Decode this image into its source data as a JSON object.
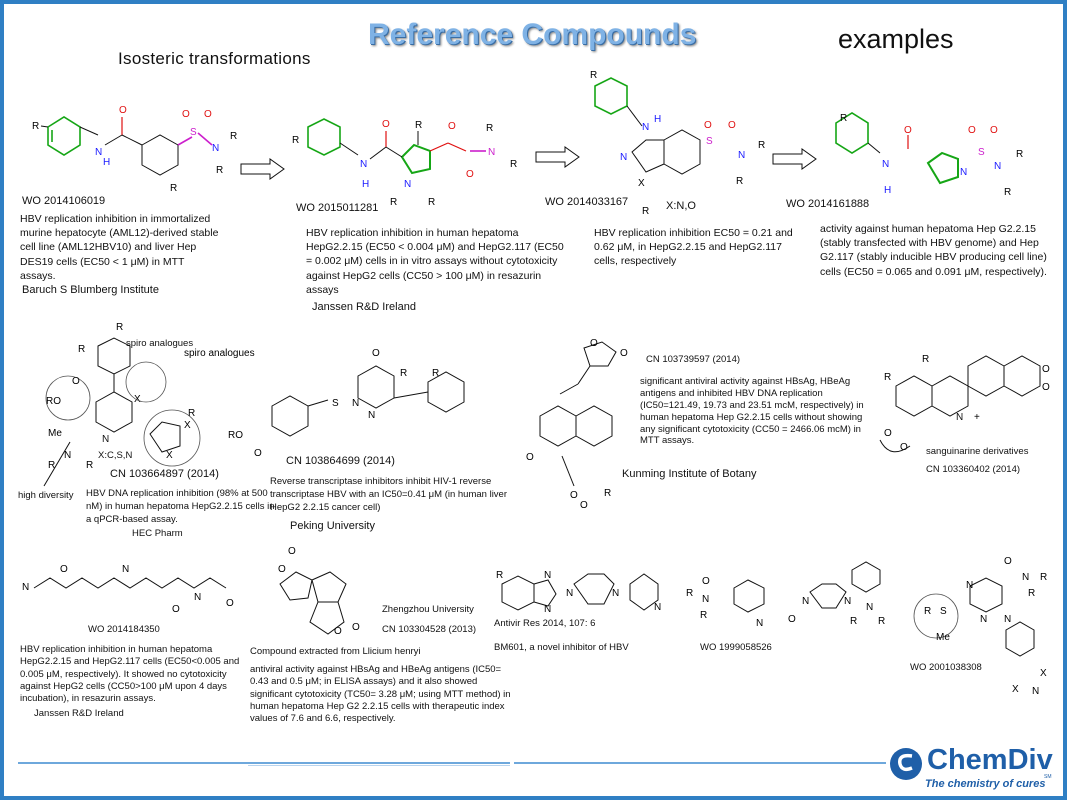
{
  "header": {
    "title": "Reference Compounds",
    "examples": "examples",
    "subtitle": "Isosteric transformations"
  },
  "row1": {
    "c1": {
      "patent": "WO 2014106019",
      "desc": "HBV replication inhibition in immortalized murine hepatocyte (AML12)-derived stable cell line (AML12HBV10) and liver Hep DES19 cells (EC50 < 1 μM) in MTT assays.",
      "org": "Baruch S Blumberg Institute"
    },
    "c2": {
      "patent": "WO 2015011281",
      "desc": "HBV replication inhibition in human hepatoma HepG2.2.15 (EC50 < 0.004 μM) and HepG2.117 (EC50 = 0.002 μM) cells in in vitro assays without cytotoxicity against HepG2 cells (CC50 > 100 μM) in resazurin assays",
      "org": "Janssen R&D Ireland"
    },
    "c3": {
      "patent": "WO 2014033167",
      "xnote": "X:N,O",
      "desc": "HBV replication inhibition EC50 = 0.21 and 0.62 μM, in HepG2.2.15 and HepG2.117 cells, respectively"
    },
    "c4": {
      "patent": "WO 2014161888",
      "desc": "activity against human hepatoma Hep G2.2.15 (stably transfected with HBV genome) and Hep G2.117 (stably inducible HBV producing cell line) cells (EC50 = 0.065 and 0.091 μM, respectively)."
    }
  },
  "row2": {
    "c1": {
      "spiro": "spiro analogues",
      "xnote": "X:C,S,N",
      "patent": "CN 103664897 (2014)",
      "diversity": "high diversity",
      "desc": "HBV DNA replication inhibition (98% at 500 nM) in human hepatoma HepG2.2.15 cells in a qPCR-based assay.",
      "org": "HEC Pharm"
    },
    "c2": {
      "patent": "CN 103864699 (2014)",
      "desc": "Reverse transcriptase inhibitors inhibit HIV-1 reverse transcriptase HBV with an IC50=0.41 μM (in human liver HepG2 2.2.15 cancer cell)",
      "org": "Peking University"
    },
    "c3": {
      "patent": "CN 103739597 (2014)",
      "desc": "significant antiviral activity against HBsAg, HBeAg antigens and inhibited HBV DNA replication (IC50=121.49, 19.73 and 23.51 mcM, respectively) in human hepatoma Hep G2.2.15 cells without showing any significant cytotoxicity (CC50 = 2466.06 mcM) in MTT assays.",
      "org": "Kunming Institute of Botany"
    },
    "c4": {
      "name": "sanguinarine derivatives",
      "patent": "CN 103360402 (2014)"
    }
  },
  "row3": {
    "c1": {
      "patent": "WO 2014184350",
      "desc": "HBV replication inhibition in human hepatoma HepG2.2.15 and HepG2.117 cells (EC50<0.005 and 0.005 μM, respectively). It showed no cytotoxicity against HepG2 cells (CC50>100 μM upon 4 days incubation), in resazurin assays.",
      "org": "Janssen R&D Ireland"
    },
    "c2": {
      "org": "Zhengzhou University",
      "patent": "CN 103304528 (2013)",
      "source": "Compound extracted from Llicium henryi",
      "desc": "antiviral activity against HBsAg and HBeAg antigens (IC50= 0.43 and 0.5 μM; in ELISA assays) and it also showed significant cytotoxicity (TC50= 3.28 μM; using MTT method) in human hepatoma Hep G2 2.2.15 cells with therapeutic index values of 7.6 and 6.6, respectively."
    },
    "c3": {
      "ref": "Antivir Res 2014, 107: 6",
      "desc": "BM601, a novel inhibitor of HBV"
    },
    "c4": {
      "patent": "WO 1999058526"
    },
    "c5": {
      "patent": "WO 2001038308"
    }
  },
  "logo": {
    "name": "ChemDiv",
    "tagline": "The chemistry of cures",
    "mark": "SM"
  },
  "colors": {
    "title": "#7fb2e5",
    "border": "#2f7fc4",
    "logo": "#1f5fa8"
  }
}
